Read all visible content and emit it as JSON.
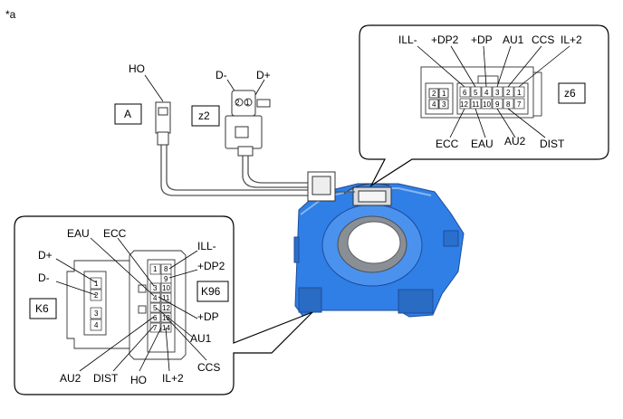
{
  "figure_id": "*a",
  "boxes": {
    "A": "A",
    "z2": "z2",
    "z6": "z6",
    "K6": "K6",
    "K96": "K96"
  },
  "small_connector": {
    "label": "HO"
  },
  "z2_connector": {
    "minus": "D-",
    "plus": "D+",
    "pins": [
      "2",
      "1"
    ]
  },
  "z6_connector": {
    "top_labels": [
      "ILL-",
      "+DP2",
      "+DP",
      "AU1",
      "CCS",
      "IL+2"
    ],
    "bottom_labels": [
      "ECC",
      "EAU",
      "AU2",
      "DIST"
    ],
    "left_pins": [
      "2",
      "1",
      "4",
      "3"
    ],
    "pins_top": [
      "6",
      "5",
      "4",
      "3",
      "2",
      "1"
    ],
    "pins_bottom": [
      "12",
      "11",
      "10",
      "9",
      "8",
      "7"
    ]
  },
  "k_connector": {
    "left_labels": [
      "D+",
      "D-"
    ],
    "top_labels": [
      "EAU",
      "ECC"
    ],
    "right_labels": [
      "ILL-",
      "+DP2",
      "+DP",
      "AU1",
      "CCS"
    ],
    "bottom_labels": [
      "AU2",
      "DIST",
      "HO",
      "IL+2"
    ],
    "left_pins": [
      "1",
      "2",
      "3",
      "4"
    ],
    "pins_col1": [
      "1",
      "3",
      "4",
      "5",
      "6",
      "7"
    ],
    "pins_col2": [
      "8",
      "9",
      "10",
      "11",
      "12",
      "13",
      "14"
    ]
  }
}
